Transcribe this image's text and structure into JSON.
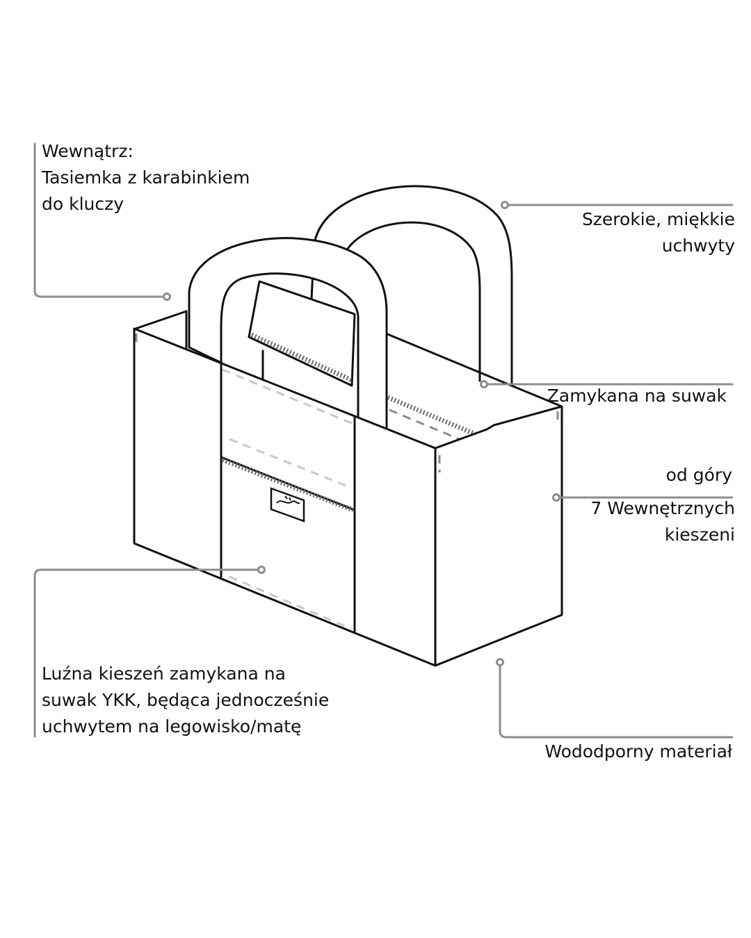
{
  "labels": {
    "keychain": {
      "lines": [
        "Wewnątrz:",
        "Tasiemka z karabinkiem",
        "do kluczy"
      ]
    },
    "handles": {
      "lines": [
        "Szerokie, miękkie",
        "uchwyty"
      ]
    },
    "zipper": {
      "lines": [
        "Zamykana na suwak ",
        "od góry"
      ]
    },
    "pockets": {
      "lines": [
        "7 Wewnętrznych",
        "kieszeni"
      ]
    },
    "loose_pocket": {
      "lines": [
        "Luźna kieszeń zamykana na",
        "suwak YKK, będąca jednocześnie",
        "uchwytem na legowisko/matę"
      ]
    },
    "material": {
      "lines": [
        "Wododporny materiał"
      ]
    }
  },
  "colors": {
    "outline": "#111111",
    "leader": "#8d8d8d",
    "stitch": "#c8c8c8",
    "zipper": "#6a6a6a",
    "background": "#ffffff"
  },
  "icons": {
    "brand_tag": "logo-tag-icon"
  }
}
